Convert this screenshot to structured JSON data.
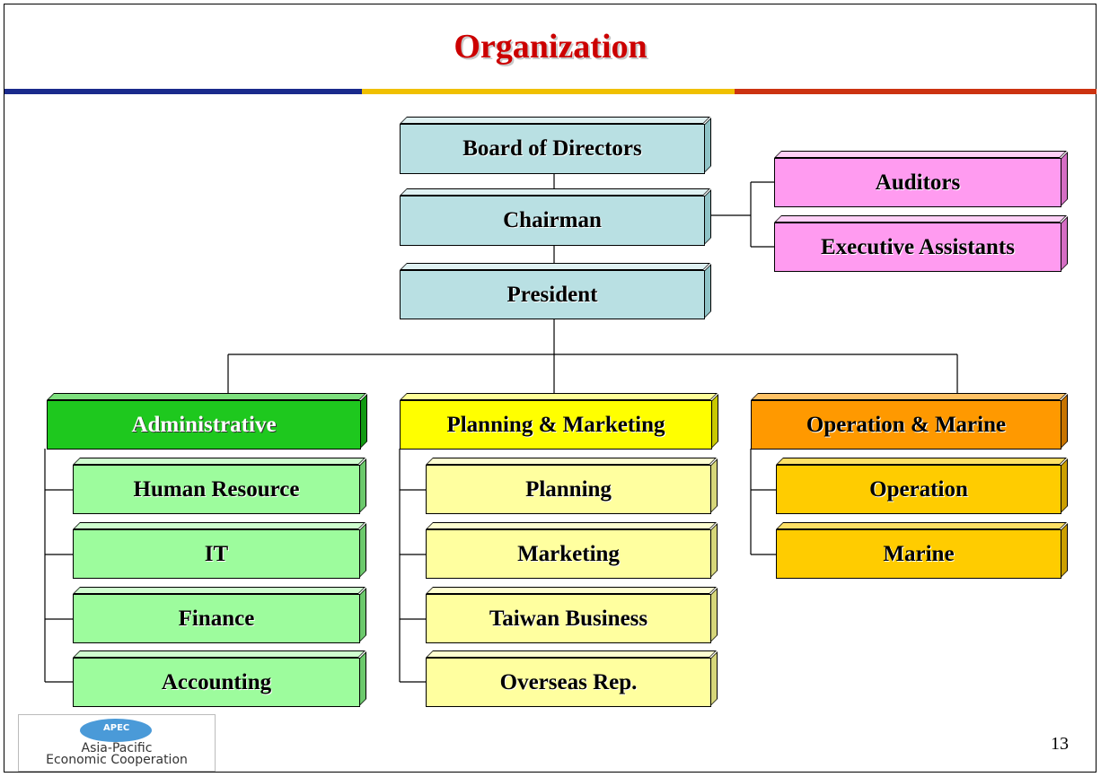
{
  "title": "Organization",
  "colors": {
    "title": "#cc0000",
    "rule_left": "#1a2a8c",
    "rule_mid": "#f0c000",
    "rule_right": "#cc3311",
    "exec": "#b9e0e3",
    "staff": "#ff9bf0",
    "admin_header": "#1ec81e",
    "admin_item": "#9dfc9d",
    "planning_header": "#ffff00",
    "planning_item": "#ffff9f",
    "operation_header": "#ff9900",
    "operation_item": "#ffcc00"
  },
  "executive": {
    "board": "Board of Directors",
    "chairman": "Chairman",
    "president": "President"
  },
  "staff_units": {
    "auditors": "Auditors",
    "assistants": "Executive Assistants"
  },
  "departments": [
    {
      "name": "Administrative",
      "units": [
        "Human Resource",
        "IT",
        "Finance",
        "Accounting"
      ]
    },
    {
      "name": "Planning & Marketing",
      "units": [
        "Planning",
        "Marketing",
        "Taiwan Business",
        "Overseas Rep."
      ]
    },
    {
      "name": "Operation & Marine",
      "units": [
        "Operation",
        "Marine"
      ]
    }
  ],
  "logo": {
    "badge": "APEC",
    "line1": "Asia-Pacific",
    "line2": "Economic Cooperation"
  },
  "page_number": "13"
}
